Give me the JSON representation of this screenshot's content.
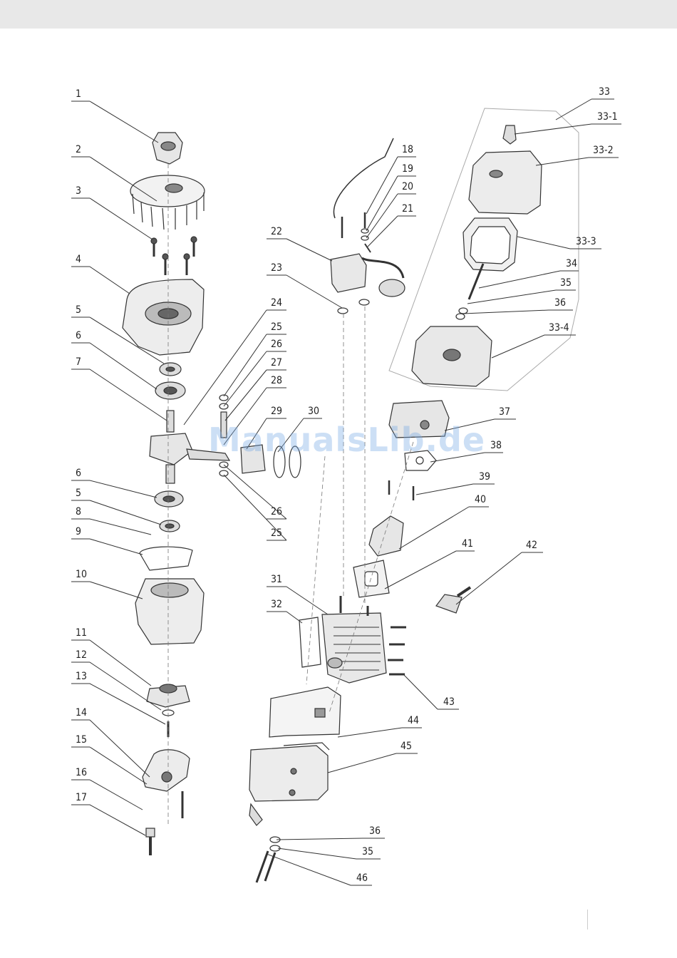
{
  "watermark": "ManualsLib.de",
  "callouts": [
    "1",
    "2",
    "3",
    "4",
    "5",
    "6",
    "7",
    "6",
    "5",
    "8",
    "9",
    "10",
    "11",
    "12",
    "13",
    "14",
    "15",
    "16",
    "17",
    "18",
    "19",
    "20",
    "21",
    "22",
    "23",
    "24",
    "25",
    "26",
    "27",
    "28",
    "29",
    "30",
    "26",
    "25",
    "31",
    "32",
    "33",
    "33-1",
    "33-2",
    "33-3",
    "34",
    "35",
    "36",
    "33-4",
    "37",
    "38",
    "39",
    "40",
    "41",
    "42",
    "43",
    "44",
    "45",
    "36",
    "35",
    "46"
  ]
}
